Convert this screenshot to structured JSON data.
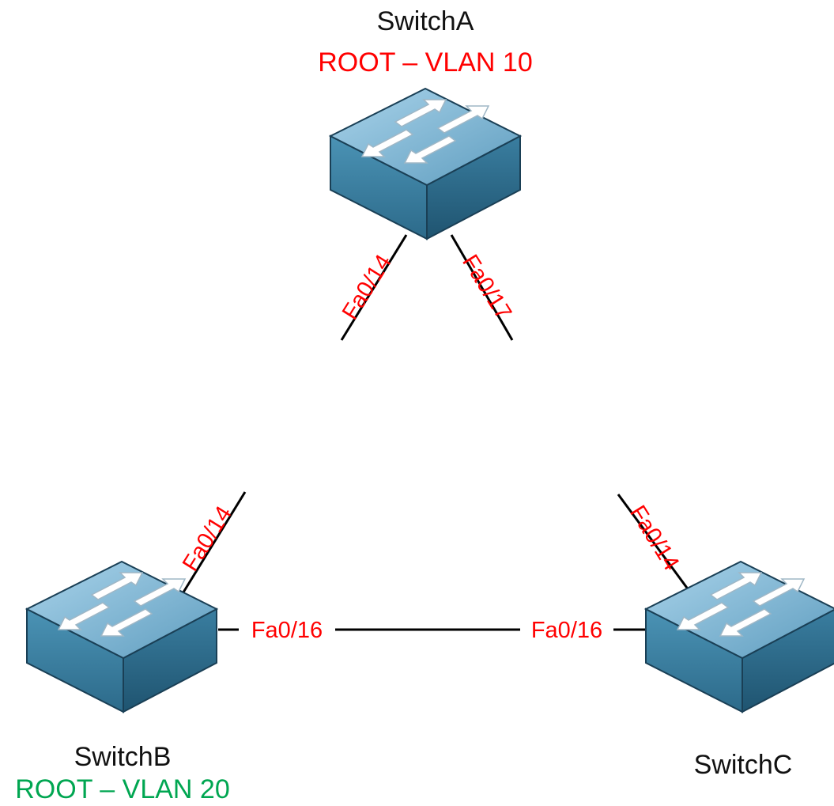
{
  "switches": {
    "a": {
      "name": "SwitchA",
      "root": "ROOT – VLAN 10"
    },
    "b": {
      "name": "SwitchB",
      "root": "ROOT – VLAN 20"
    },
    "c": {
      "name": "SwitchC"
    }
  },
  "links": {
    "ab": {
      "a_port": "Fa0/14",
      "b_port": "Fa0/14"
    },
    "ac": {
      "a_port": "Fa0/17",
      "c_port": "Fa0/14"
    },
    "bc": {
      "b_port": "Fa0/16",
      "c_port": "Fa0/16"
    }
  },
  "colors": {
    "switch_top": "#7bb3d2",
    "switch_front": "#3f86a8",
    "switch_side": "#2b6785",
    "root_vlan10": "#ff0000",
    "root_vlan20": "#00a651",
    "port_label": "#ff0000"
  },
  "icons": [
    "switch-icon"
  ]
}
